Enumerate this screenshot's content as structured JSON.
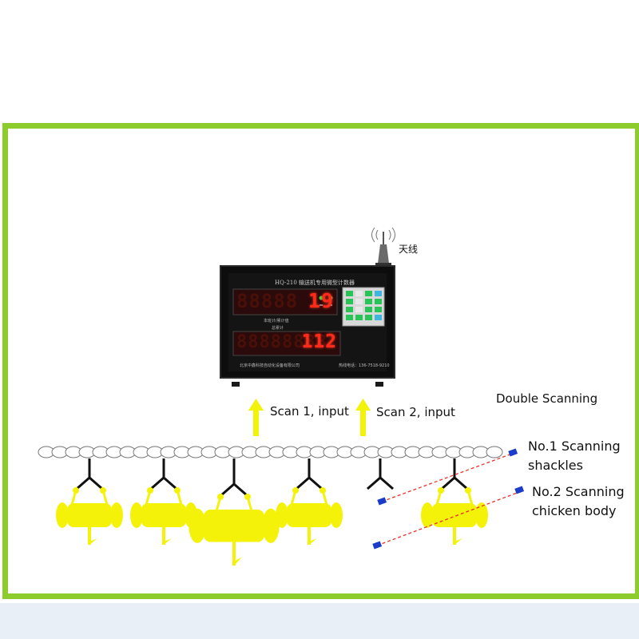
{
  "antenna_label": "天线",
  "device": {
    "title": "HQ-210 输送机专用微型计数器",
    "display1_label": "本班计/累计值",
    "display2_label": "总累计",
    "display1_value": "19",
    "display2_value": "112",
    "footer_left": "北京中鑫科技自动化设备有限公司",
    "footer_right": "热线电话：136-7518-9210",
    "colors": {
      "body": "#0d0d0d",
      "digit": "#ff2a1a"
    }
  },
  "scan_labels": {
    "scan1": "Scan 1, input",
    "scan2": "Scan 2, input"
  },
  "legend": {
    "title": "Double Scanning",
    "scanner1_line1": "No.1 Scanning",
    "scanner1_line2": "shackles",
    "scanner2_line1": "No.2 Scanning",
    "scanner2_line2": "chicken body"
  },
  "colors": {
    "frame": "#8ccc2c",
    "arrow": "#f2f20a",
    "bird": "#f5f20a",
    "scan_line": "#e8322a",
    "sensor": "#1a3cc8"
  }
}
